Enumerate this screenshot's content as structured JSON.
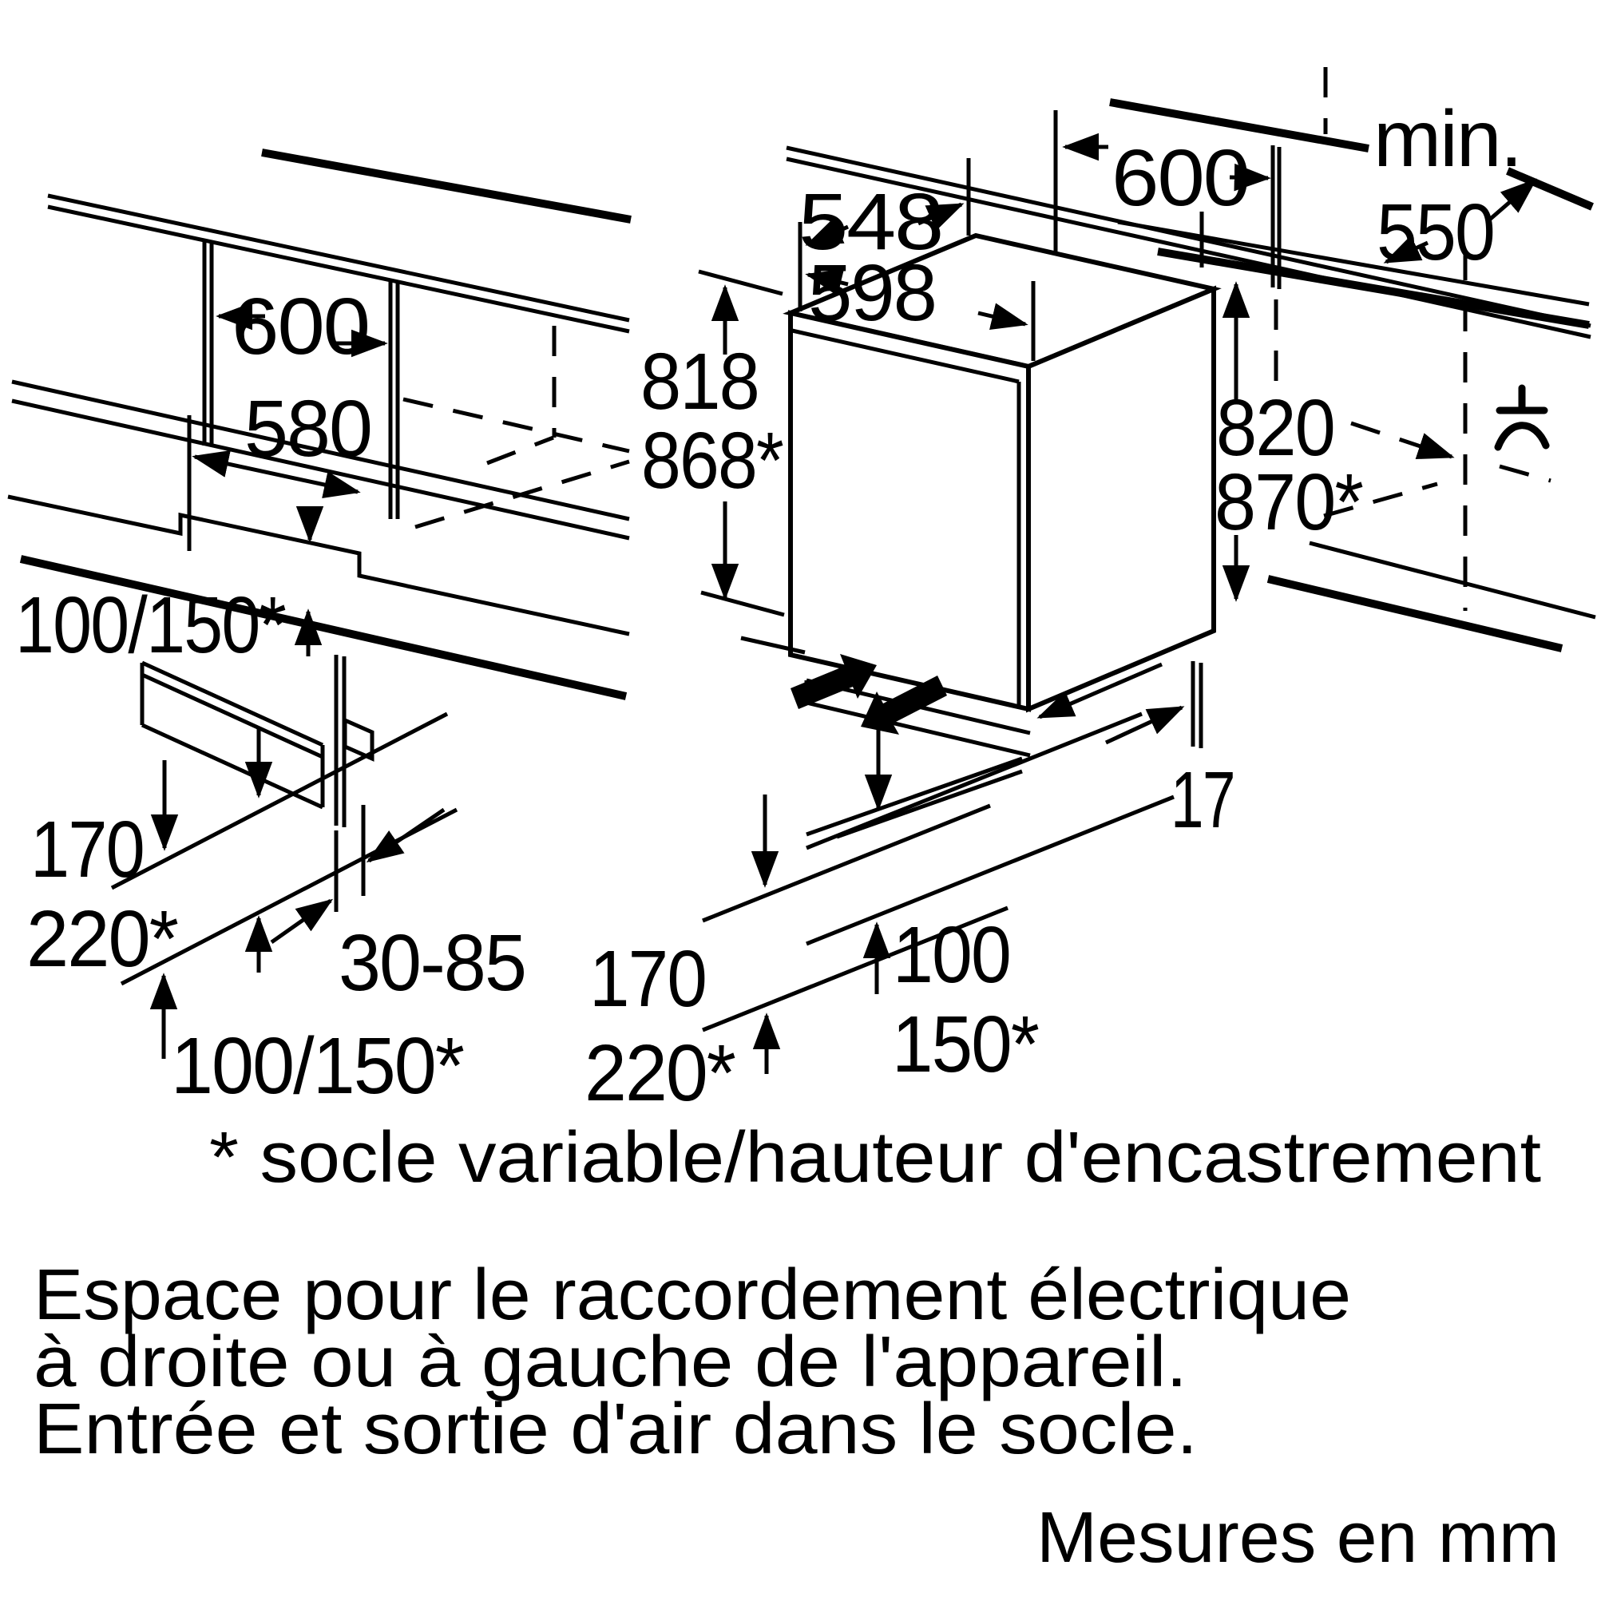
{
  "background": "#ffffff",
  "line_color": "#000000",
  "left_diagram": {
    "description": "niche / plinth detail view",
    "dims": {
      "niche_width": "600",
      "niche_floor_depth": "580",
      "plinth_height": "100/150*",
      "toekick_height_min": "170",
      "toekick_height_max": "220*",
      "toekick_setback": "30-85",
      "plinth_height_alt": "100/150*"
    }
  },
  "right_diagram": {
    "description": "appliance under worktop view",
    "dims": {
      "appliance_top_depth": "548",
      "appliance_width": "598",
      "niche_width": "600",
      "counter_depth_min_label": "min.",
      "counter_depth_min_value": "550",
      "appliance_height_std": "818",
      "appliance_height_max": "868*",
      "niche_height_std": "820",
      "niche_height_max": "870*",
      "rear_gap": "17",
      "toekick_height_min": "170",
      "toekick_height_max": "220*",
      "base_vent_min": "100",
      "base_vent_max": "150*"
    }
  },
  "footnote": "* socle variable/hauteur d'encastrement",
  "notes": [
    "Espace pour le raccordement électrique",
    "à droite ou à gauche de l'appareil.",
    "Entrée et sortie d'air dans le socle."
  ],
  "units_caption": "Mesures en mm"
}
